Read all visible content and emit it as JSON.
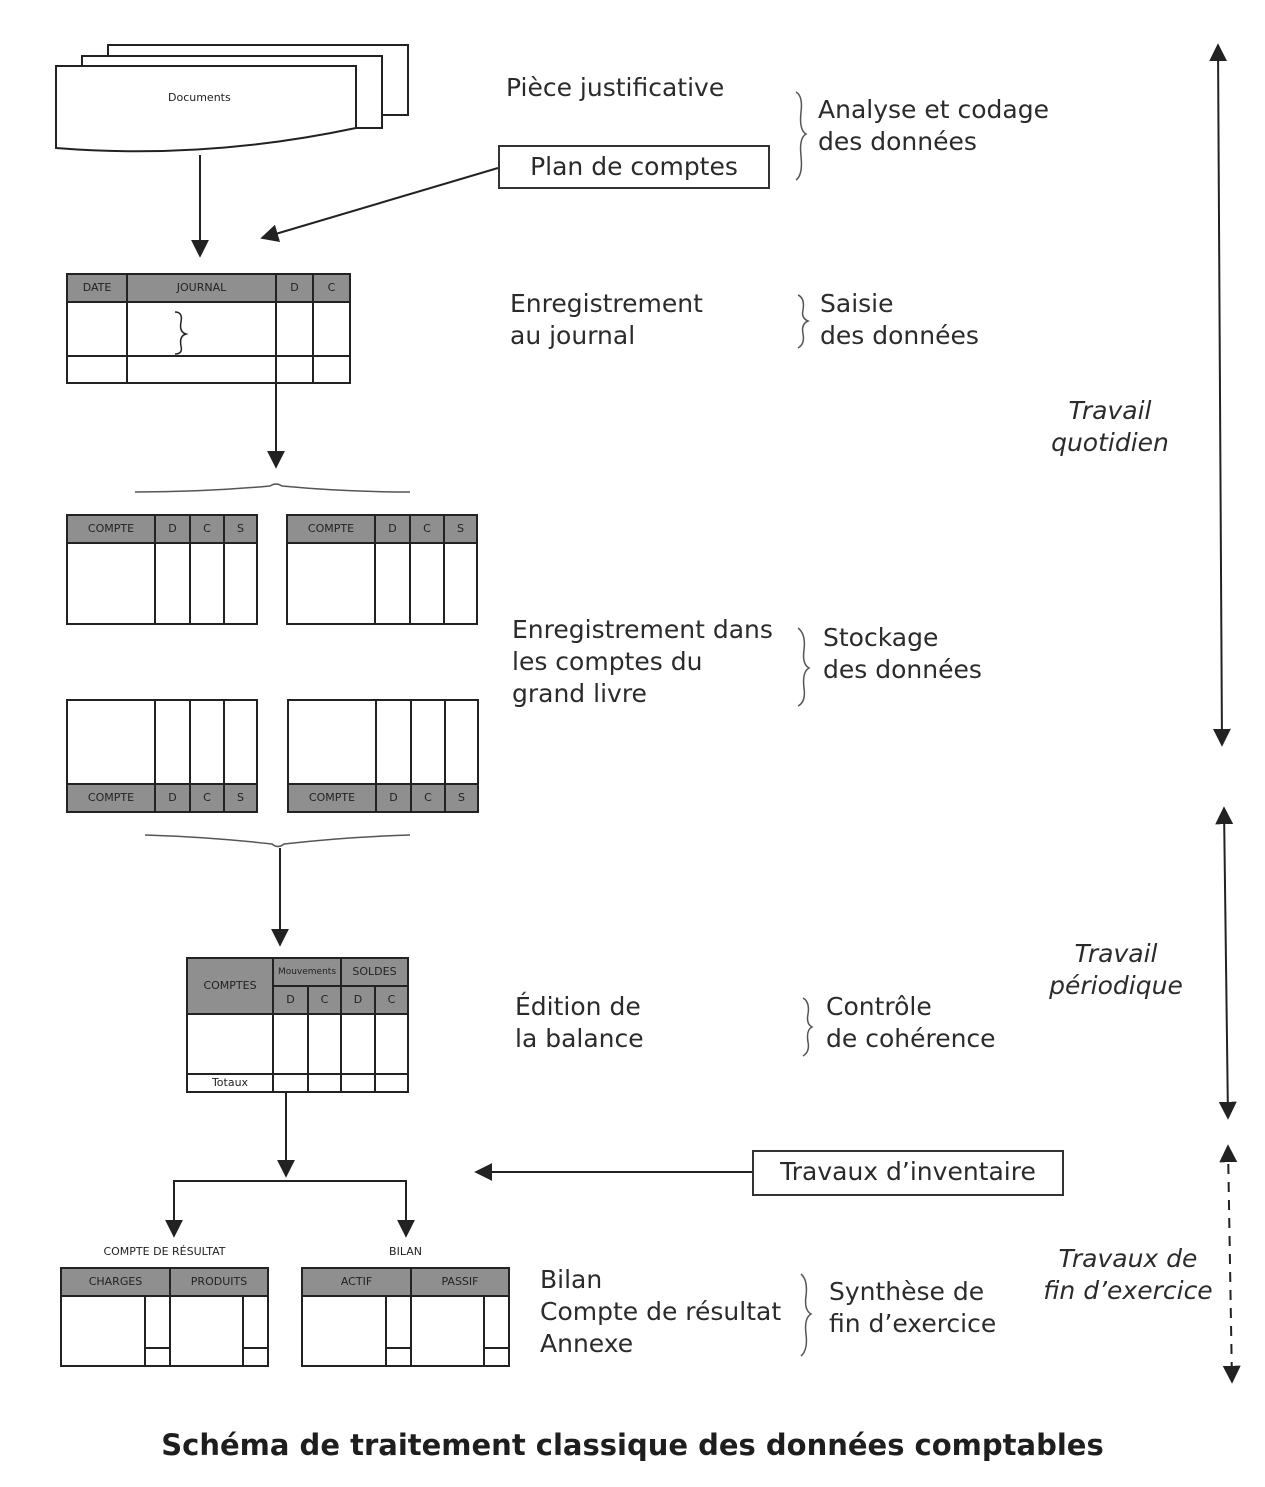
{
  "documents": {
    "label": "Documents"
  },
  "steps": [
    {
      "id": "analyse",
      "description": "Pièce justificative",
      "phase_lines": [
        "Analyse et codage",
        "des données"
      ]
    },
    {
      "id": "saisie",
      "description_lines": [
        "Enregistrement",
        "au journal"
      ],
      "phase_lines": [
        "Saisie",
        "des données"
      ]
    },
    {
      "id": "stockage",
      "description_lines": [
        "Enregistrement dans",
        "les comptes du",
        "grand livre"
      ],
      "phase_lines": [
        "Stockage",
        "des données"
      ]
    },
    {
      "id": "controle",
      "description_lines": [
        "Édition de",
        "la balance"
      ],
      "phase_lines": [
        "Contrôle",
        "de cohérence"
      ]
    },
    {
      "id": "synthese",
      "description_lines": [
        "Bilan",
        "Compte de résultat",
        "Annexe"
      ],
      "phase_lines": [
        "Synthèse de",
        "fin d’exercice"
      ]
    }
  ],
  "inputs": {
    "plan_de_comptes": "Plan de comptes",
    "travaux_inventaire": "Travaux d’inventaire"
  },
  "periods": [
    {
      "id": "quotidien",
      "lines": [
        "Travail",
        "quotidien"
      ],
      "style": "solid"
    },
    {
      "id": "periodique",
      "lines": [
        "Travail",
        "périodique"
      ],
      "style": "solid"
    },
    {
      "id": "fin",
      "lines": [
        "Travaux de",
        "fin d’exercice"
      ],
      "style": "dashed"
    }
  ],
  "journal_table": {
    "headers": [
      "DATE",
      "JOURNAL",
      "D",
      "C"
    ]
  },
  "ledger_table": {
    "headers": [
      "COMPTE",
      "D",
      "C",
      "S"
    ]
  },
  "balance_table": {
    "comptes": "COMPTES",
    "mouvements": "Mouvements",
    "soldes": "SOLDES",
    "sub": [
      "D",
      "C",
      "D",
      "C"
    ],
    "totaux": "Totaux"
  },
  "resultat": {
    "title": "COMPTE DE RÉSULTAT",
    "headers": [
      "CHARGES",
      "PRODUITS"
    ]
  },
  "bilan": {
    "title": "BILAN",
    "headers": [
      "ACTIF",
      "PASSIF"
    ]
  },
  "caption": "Schéma de traitement classique des données comptables"
}
